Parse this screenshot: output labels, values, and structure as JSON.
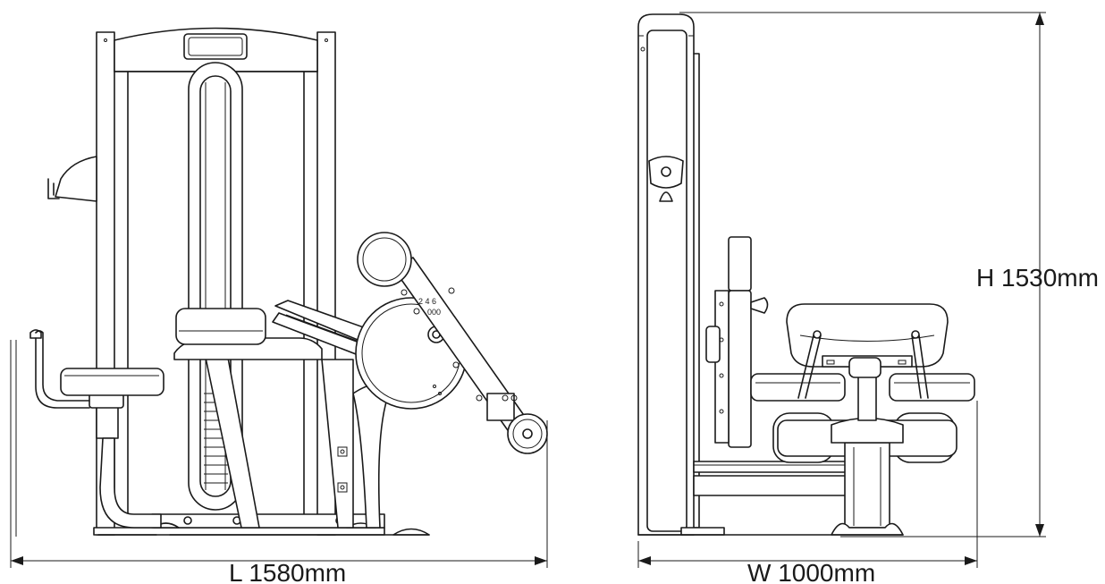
{
  "dimensions": {
    "length_label": "L 1580mm",
    "width_label": "W 1000mm",
    "height_label": "H 1530mm"
  },
  "selector_marks": {
    "upper": "2 4 6",
    "upper_value": "000"
  }
}
